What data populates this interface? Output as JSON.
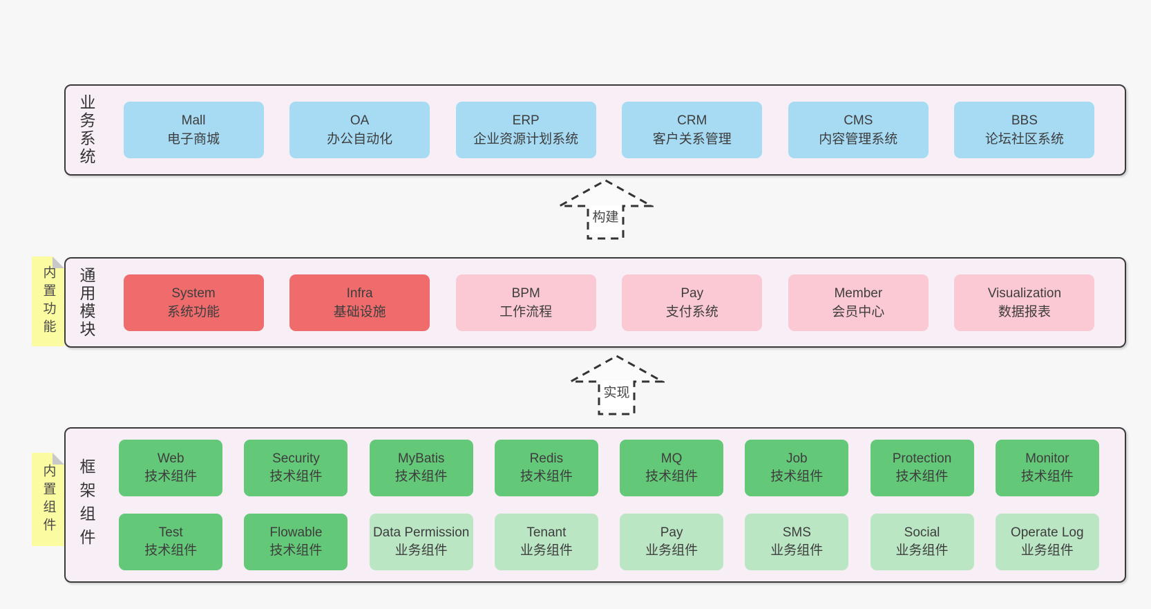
{
  "colors": {
    "page_bg": "#f7f7f7",
    "panel_bg": "#f8eef6",
    "panel_border": "#3a3a3a",
    "blue": "#a7dbf4",
    "red": "#f06c6c",
    "pink": "#fbc9d3",
    "green": "#64c879",
    "green_light": "#bbe6c4",
    "note_yellow": "#fbfba1",
    "note_fold_gray": "#c8c8c8"
  },
  "sections": {
    "business": {
      "label": "业务系统",
      "boxes": [
        {
          "title": "Mall",
          "subtitle": "电子商城",
          "tone": "blue"
        },
        {
          "title": "OA",
          "subtitle": "办公自动化",
          "tone": "blue"
        },
        {
          "title": "ERP",
          "subtitle": "企业资源计划系统",
          "tone": "blue"
        },
        {
          "title": "CRM",
          "subtitle": "客户关系管理",
          "tone": "blue"
        },
        {
          "title": "CMS",
          "subtitle": "内容管理系统",
          "tone": "blue"
        },
        {
          "title": "BBS",
          "subtitle": "论坛社区系统",
          "tone": "blue"
        }
      ]
    },
    "modules": {
      "label": "通用模块",
      "note": "内置功能",
      "boxes": [
        {
          "title": "System",
          "subtitle": "系统功能",
          "tone": "red"
        },
        {
          "title": "Infra",
          "subtitle": "基础设施",
          "tone": "red"
        },
        {
          "title": "BPM",
          "subtitle": "工作流程",
          "tone": "pink"
        },
        {
          "title": "Pay",
          "subtitle": "支付系统",
          "tone": "pink"
        },
        {
          "title": "Member",
          "subtitle": "会员中心",
          "tone": "pink"
        },
        {
          "title": "Visualization",
          "subtitle": "数据报表",
          "tone": "pink"
        }
      ]
    },
    "framework": {
      "label": "框架组件",
      "note": "内置组件",
      "boxes": [
        {
          "title": "Web",
          "subtitle": "技术组件",
          "tone": "green"
        },
        {
          "title": "Security",
          "subtitle": "技术组件",
          "tone": "green"
        },
        {
          "title": "MyBatis",
          "subtitle": "技术组件",
          "tone": "green"
        },
        {
          "title": "Redis",
          "subtitle": "技术组件",
          "tone": "green"
        },
        {
          "title": "MQ",
          "subtitle": "技术组件",
          "tone": "green"
        },
        {
          "title": "Job",
          "subtitle": "技术组件",
          "tone": "green"
        },
        {
          "title": "Protection",
          "subtitle": "技术组件",
          "tone": "green"
        },
        {
          "title": "Monitor",
          "subtitle": "技术组件",
          "tone": "green"
        },
        {
          "title": "Test",
          "subtitle": "技术组件",
          "tone": "green"
        },
        {
          "title": "Flowable",
          "subtitle": "技术组件",
          "tone": "green"
        },
        {
          "title": "Data Permission",
          "subtitle": "业务组件",
          "tone": "green-light"
        },
        {
          "title": "Tenant",
          "subtitle": "业务组件",
          "tone": "green-light"
        },
        {
          "title": "Pay",
          "subtitle": "业务组件",
          "tone": "green-light"
        },
        {
          "title": "SMS",
          "subtitle": "业务组件",
          "tone": "green-light"
        },
        {
          "title": "Social",
          "subtitle": "业务组件",
          "tone": "green-light"
        },
        {
          "title": "Operate Log",
          "subtitle": "业务组件",
          "tone": "green-light"
        }
      ]
    }
  },
  "arrows": [
    {
      "label": "构建"
    },
    {
      "label": "实现"
    }
  ]
}
